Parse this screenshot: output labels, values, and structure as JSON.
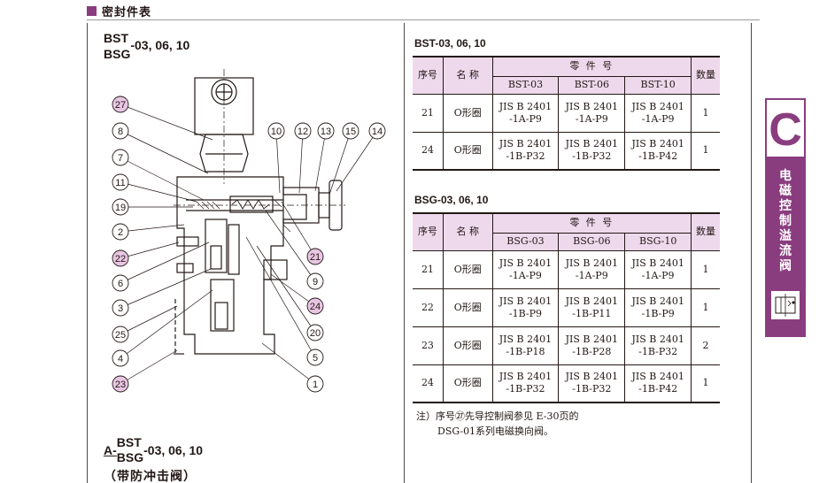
{
  "header": {
    "title": "密封件表"
  },
  "model_top": {
    "line1": "BST",
    "line2": "BSG",
    "suffix": "-03, 06, 10"
  },
  "model_bottom": {
    "prefix": "A-",
    "line1": "BST",
    "line2": "BSG",
    "suffix": "-03, 06, 10",
    "subtitle": "（带防冲击阀）"
  },
  "callouts": [
    {
      "label": "27",
      "highlight": true
    },
    {
      "label": "8",
      "highlight": false
    },
    {
      "label": "7",
      "highlight": false
    },
    {
      "label": "11",
      "highlight": false
    },
    {
      "label": "19",
      "highlight": false
    },
    {
      "label": "2",
      "highlight": false
    },
    {
      "label": "22",
      "highlight": true
    },
    {
      "label": "6",
      "highlight": false
    },
    {
      "label": "3",
      "highlight": false
    },
    {
      "label": "25",
      "highlight": false
    },
    {
      "label": "4",
      "highlight": false
    },
    {
      "label": "23",
      "highlight": true
    },
    {
      "label": "10",
      "highlight": false
    },
    {
      "label": "12",
      "highlight": false
    },
    {
      "label": "13",
      "highlight": false
    },
    {
      "label": "15",
      "highlight": false
    },
    {
      "label": "14",
      "highlight": false
    },
    {
      "label": "21",
      "highlight": true
    },
    {
      "label": "9",
      "highlight": false
    },
    {
      "label": "24",
      "highlight": true
    },
    {
      "label": "20",
      "highlight": false
    },
    {
      "label": "5",
      "highlight": false
    },
    {
      "label": "1",
      "highlight": false
    }
  ],
  "tables": [
    {
      "title": "BST-03, 06, 10",
      "headers": {
        "num": "序号",
        "name": "名 称",
        "group": "零 件 号",
        "qty": "数量",
        "models": [
          "BST-03",
          "BST-06",
          "BST-10"
        ]
      },
      "rows": [
        {
          "num": "21",
          "name": "O形圈",
          "parts": [
            [
              "JIS B 2401",
              "-1A-P9"
            ],
            [
              "JIS B 2401",
              "-1A-P9"
            ],
            [
              "JIS B 2401",
              "-1A-P9"
            ]
          ],
          "qty": "1"
        },
        {
          "num": "24",
          "name": "O形圈",
          "parts": [
            [
              "JIS B 2401",
              "-1B-P32"
            ],
            [
              "JIS B 2401",
              "-1B-P32"
            ],
            [
              "JIS B 2401",
              "-1B-P42"
            ]
          ],
          "qty": "1"
        }
      ]
    },
    {
      "title": "BSG-03, 06, 10",
      "headers": {
        "num": "序号",
        "name": "名 称",
        "group": "零 件 号",
        "qty": "数量",
        "models": [
          "BSG-03",
          "BSG-06",
          "BSG-10"
        ]
      },
      "rows": [
        {
          "num": "21",
          "name": "O形圈",
          "parts": [
            [
              "JIS B 2401",
              "-1A-P9"
            ],
            [
              "JIS B 2401",
              "-1A-P9"
            ],
            [
              "JIS B 2401",
              "-1A-P9"
            ]
          ],
          "qty": "1"
        },
        {
          "num": "22",
          "name": "O形圈",
          "parts": [
            [
              "JIS B 2401",
              "-1B-P9"
            ],
            [
              "JIS B 2401",
              "-1B-P11"
            ],
            [
              "JIS B 2401",
              "-1B-P9"
            ]
          ],
          "qty": "1"
        },
        {
          "num": "23",
          "name": "O形圈",
          "parts": [
            [
              "JIS B 2401",
              "-1B-P18"
            ],
            [
              "JIS B 2401",
              "-1B-P28"
            ],
            [
              "JIS B 2401",
              "-1B-P32"
            ]
          ],
          "qty": "2"
        },
        {
          "num": "24",
          "name": "O形圈",
          "parts": [
            [
              "JIS B 2401",
              "-1B-P32"
            ],
            [
              "JIS B 2401",
              "-1B-P32"
            ],
            [
              "JIS B 2401",
              "-1B-P42"
            ]
          ],
          "qty": "1"
        }
      ]
    }
  ],
  "note": {
    "line1": "注）序号㉗先导控制阀参见 E-30页的",
    "line2": "DSG-01系列电磁换向阀。"
  },
  "side_tab": {
    "letter": "C",
    "text": [
      "电",
      "磁",
      "控",
      "制",
      "溢",
      "流",
      "阀"
    ],
    "symbol_icon": "relief-valve-symbol-icon"
  },
  "colors": {
    "accent": "#8a3d7e",
    "header_fill": "#eed9ec",
    "callout_fill": "#e8c6e3"
  }
}
